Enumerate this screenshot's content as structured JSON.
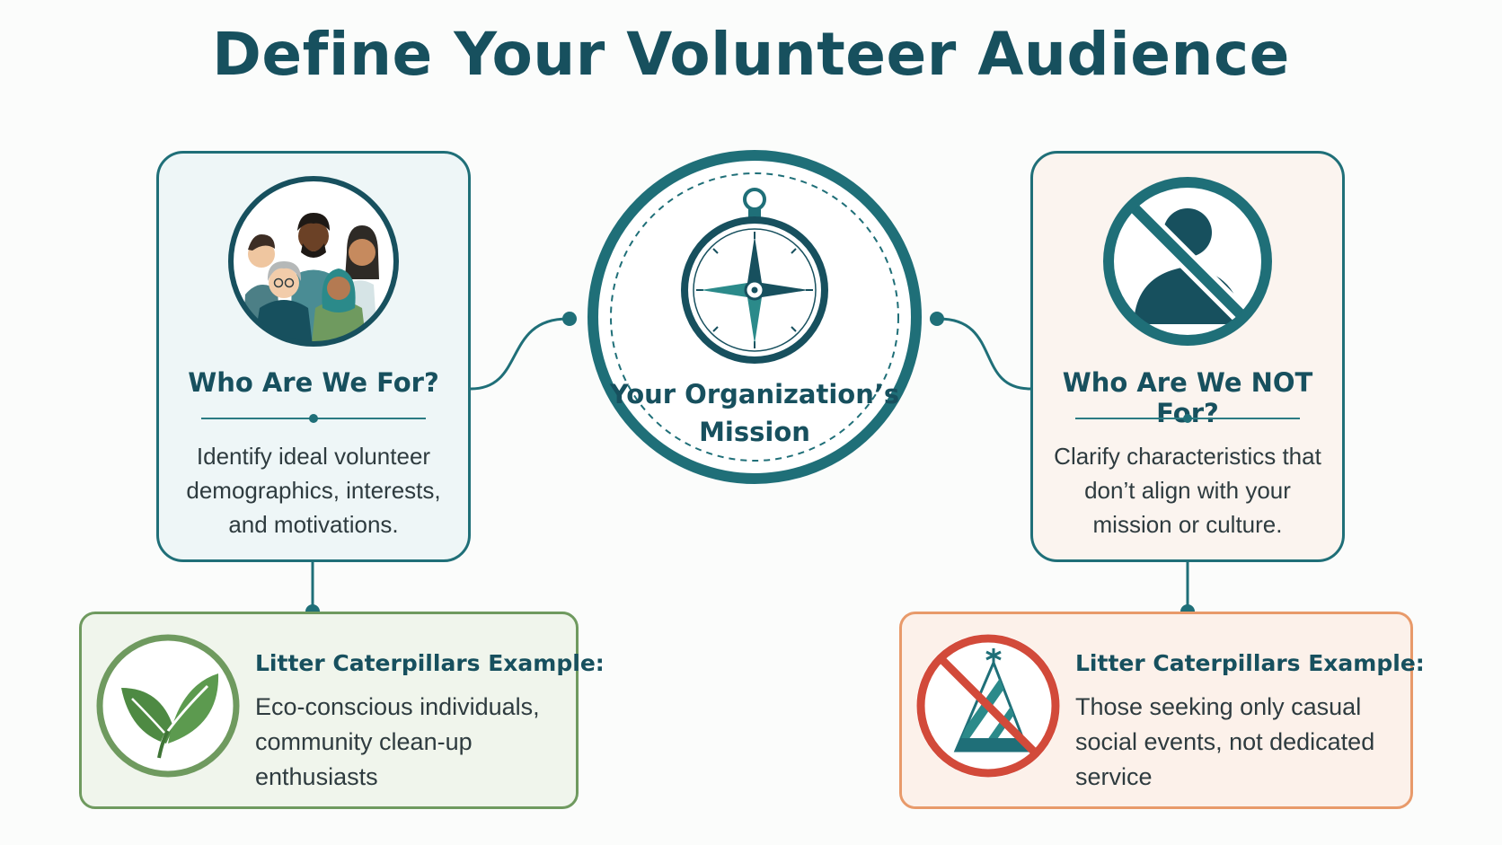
{
  "title": "Define Your Volunteer Audience",
  "center": {
    "line1": "Your Organization’s",
    "line2": "Mission",
    "icon": "compass-icon"
  },
  "left_card": {
    "title": "Who Are We For?",
    "description": "Identify ideal volunteer demographics, interests, and motivations.",
    "icon": "diverse-people-icon"
  },
  "right_card": {
    "title": "Who Are We NOT For?",
    "description": "Clarify characteristics that don’t align with your mission or culture.",
    "icon": "no-person-icon"
  },
  "left_example": {
    "title": "Litter Caterpillars Example:",
    "text": "Eco-conscious individuals, community clean-up enthusiasts",
    "icon": "leaf-icon"
  },
  "right_example": {
    "title": "Litter Caterpillars Example:",
    "text": "Those seeking only casual social events, not dedicated service",
    "icon": "no-party-hat-icon"
  },
  "colors": {
    "primary": "#17505e",
    "teal": "#1f6f78",
    "green": "#6f9a5f",
    "orange": "#e89a6a",
    "red": "#d24a3a"
  }
}
